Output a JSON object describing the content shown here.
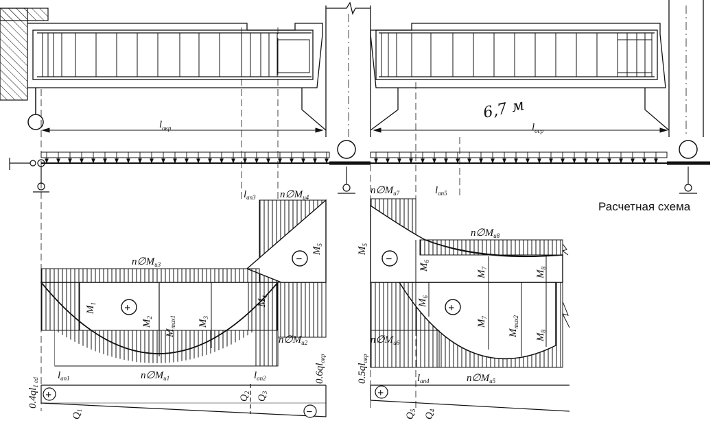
{
  "caption": "Расчетная схема",
  "handwritten_note": "6,7 м",
  "spans": {
    "left_span": {
      "main": "l",
      "sub": "окр"
    },
    "right_span": {
      "main": "l",
      "sub": "оср"
    }
  },
  "anchorage": {
    "l_an1": {
      "main": "l",
      "sub": "an1"
    },
    "l_an2": {
      "main": "l",
      "sub": "an2"
    },
    "l_an3": {
      "main": "l",
      "sub": "an3"
    },
    "l_an4": {
      "main": "l",
      "sub": "an4"
    },
    "l_an5": {
      "main": "l",
      "sub": "an5"
    }
  },
  "bar_moments": {
    "n_M_u1": {
      "main": "n∅M",
      "sub": "и1"
    },
    "n_M_u2": {
      "main": "n∅M",
      "sub": "и2"
    },
    "n_M_u3": {
      "main": "n∅M",
      "sub": "и3"
    },
    "n_M_u4": {
      "main": "n∅M",
      "sub": "и4"
    },
    "n_M_u5": {
      "main": "n∅M",
      "sub": "и5"
    },
    "n_M_u6": {
      "main": "n∅M",
      "sub": "и6"
    },
    "n_M_u7": {
      "main": "n∅M",
      "sub": "и7"
    },
    "n_M_u8": {
      "main": "n∅M",
      "sub": "и8"
    }
  },
  "moments_left": {
    "M1": {
      "main": "M",
      "sub": "1"
    },
    "M2": {
      "main": "M",
      "sub": "2"
    },
    "Mmax1": {
      "main": "M",
      "sub": "max1"
    },
    "M3": {
      "main": "M",
      "sub": "3"
    },
    "M4": {
      "main": "M",
      "sub": "4"
    },
    "M5": {
      "main": "M",
      "sub": "5"
    }
  },
  "moments_right": {
    "M5": {
      "main": "M",
      "sub": "5"
    },
    "M6_top": {
      "main": "M",
      "sub": "6"
    },
    "M7_top": {
      "main": "M",
      "sub": "7"
    },
    "M8_top": {
      "main": "M",
      "sub": "8"
    },
    "M6": {
      "main": "M",
      "sub": "6"
    },
    "M7": {
      "main": "M",
      "sub": "7"
    },
    "Mmax2": {
      "main": "M",
      "sub": "max2"
    },
    "M8": {
      "main": "M",
      "sub": "8"
    }
  },
  "shear": {
    "left_support": {
      "main": "0.4ql",
      "sub": "1 ed"
    },
    "right_support": {
      "main": "0.6ql",
      "sub": "окр"
    },
    "middle_support": {
      "main": "0.5ql",
      "sub": "окр"
    },
    "Q1": {
      "main": "Q",
      "sub": "1"
    },
    "Q2": {
      "main": "Q",
      "sub": "2"
    },
    "Q3": {
      "main": "Q",
      "sub": "3"
    },
    "Q4": {
      "main": "Q",
      "sub": "4"
    },
    "Q5": {
      "main": "Q",
      "sub": "5"
    }
  },
  "signs": {
    "plus": "+",
    "minus": "−"
  }
}
